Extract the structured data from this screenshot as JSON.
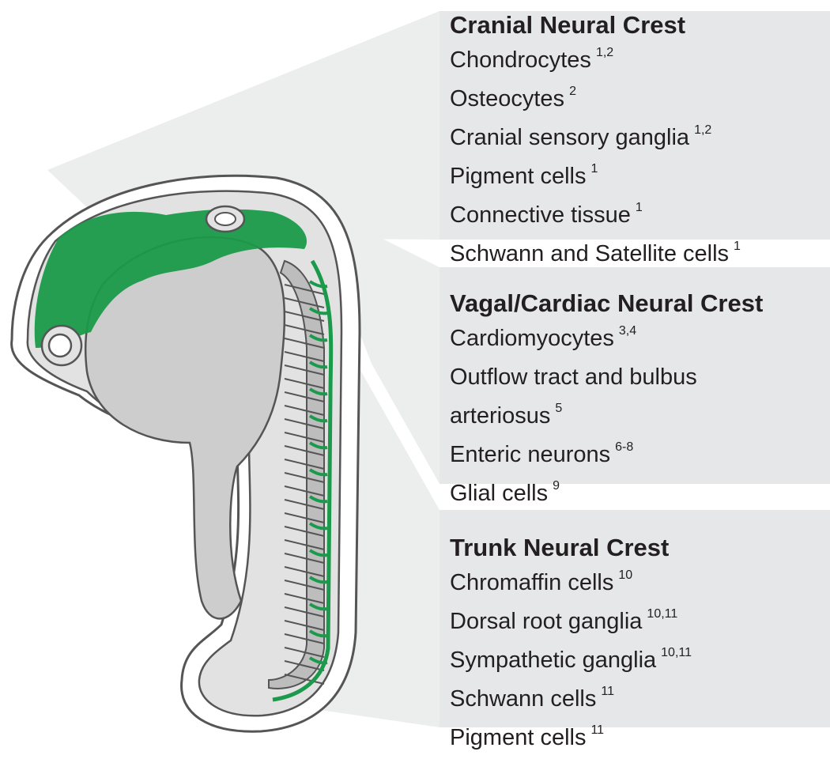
{
  "colors": {
    "neural_crest": "#1a9a4a",
    "embryo_fill": "#e2e2e2",
    "outline": "#555555",
    "panel": "#e6e7e8",
    "text": "#231f20"
  },
  "sections": [
    {
      "heading": "Cranial Neural Crest",
      "items": [
        {
          "label": "Chondrocytes",
          "ref": "1,2"
        },
        {
          "label": "Osteocytes",
          "ref": "2"
        },
        {
          "label": "Cranial sensory ganglia",
          "ref": "1,2"
        },
        {
          "label": "Pigment cells",
          "ref": "1"
        },
        {
          "label": "Connective tissue",
          "ref": "1"
        },
        {
          "label": "Schwann and Satellite cells",
          "ref": "1"
        }
      ]
    },
    {
      "heading": "Vagal/Cardiac Neural Crest",
      "items": [
        {
          "label": "Cardiomyocytes",
          "ref": "3,4"
        },
        {
          "label": "Outflow tract and bulbus",
          "ref": ""
        },
        {
          "label": "arteriosus",
          "ref": "5"
        },
        {
          "label": "Enteric neurons",
          "ref": "6-8"
        },
        {
          "label": "Glial cells",
          "ref": "9"
        }
      ]
    },
    {
      "heading": "Trunk Neural Crest",
      "items": [
        {
          "label": "Chromaffin cells",
          "ref": "10"
        },
        {
          "label": "Dorsal root ganglia",
          "ref": "10,11"
        },
        {
          "label": "Sympathetic ganglia",
          "ref": "10,11"
        },
        {
          "label": "Schwann cells",
          "ref": "11"
        },
        {
          "label": "Pigment cells",
          "ref": "11"
        }
      ]
    }
  ]
}
